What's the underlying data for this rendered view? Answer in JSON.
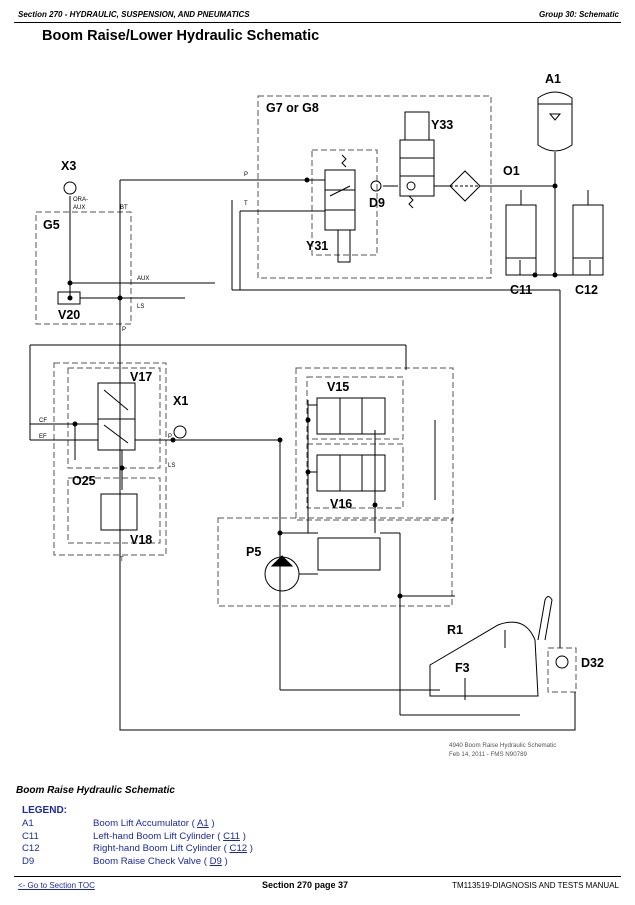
{
  "header": {
    "section": "Section 270 - HYDRAULIC, SUSPENSION, AND PNEUMATICS",
    "group": "Group 30: Schematic"
  },
  "title": "Boom Raise/Lower Hydraulic Schematic",
  "schematic": {
    "components": {
      "g7g8": "G7 or G8",
      "y33": "Y33",
      "a1": "A1",
      "x3": "X3",
      "d9": "D9",
      "o1": "O1",
      "y31": "Y31",
      "g5": "G5",
      "c11": "C11",
      "c12": "C12",
      "v20": "V20",
      "v17": "V17",
      "x1": "X1",
      "v15": "V15",
      "v16": "V16",
      "o25": "O25",
      "v18": "V18",
      "p5": "P5",
      "r1": "R1",
      "f3": "F3",
      "d32": "D32"
    },
    "ports": {
      "p_top": "P",
      "t_top": "T",
      "ora": "ORA-",
      "aux1": "AUX",
      "bt": "BT",
      "aux2": "AUX",
      "ls1": "LS",
      "p_g5": "P",
      "cf": "CF",
      "ef": "EF",
      "p_v17": "P",
      "ls2": "LS",
      "t_v18": "T"
    },
    "note_line1": "4940 Boom Raise Hydraulic Schematic",
    "note_line2": "Feb 14, 2011 - FMS N90789"
  },
  "caption": "Boom Raise Hydraulic Schematic",
  "legend": {
    "heading": "LEGEND:",
    "items": [
      {
        "code": "A1",
        "desc": "Boom Lift Accumulator (",
        "ref": "A1",
        "close": ")"
      },
      {
        "code": "C11",
        "desc": "Left-hand Boom Lift Cylinder (",
        "ref": "C11",
        "close": ")"
      },
      {
        "code": "C12",
        "desc": "Right-hand Boom Lift Cylinder (",
        "ref": "C12",
        "close": ")"
      },
      {
        "code": "D9",
        "desc": "Boom Raise Check Valve (",
        "ref": "D9",
        "close": ")"
      }
    ]
  },
  "footer": {
    "toc_link": "<- Go to Section TOC",
    "page": "Section 270 page 37",
    "manual": "TM113519-DIAGNOSIS AND TESTS MANUAL"
  }
}
